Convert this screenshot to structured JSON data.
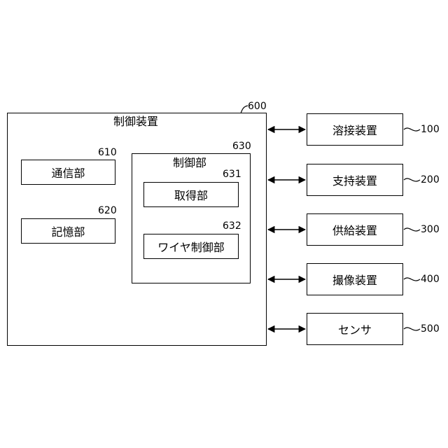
{
  "control_device": {
    "title": "制御装置",
    "ref": "600",
    "communication_unit": {
      "label": "通信部",
      "ref": "610"
    },
    "storage_unit": {
      "label": "記憶部",
      "ref": "620"
    },
    "control_unit": {
      "label": "制御部",
      "ref": "630",
      "acquisition_unit": {
        "label": "取得部",
        "ref": "631"
      },
      "wire_control_unit": {
        "label": "ワイヤ制御部",
        "ref": "632"
      }
    }
  },
  "peripherals": [
    {
      "label": "溶接装置",
      "ref": "100"
    },
    {
      "label": "支持装置",
      "ref": "200"
    },
    {
      "label": "供給装置",
      "ref": "300"
    },
    {
      "label": "撮像装置",
      "ref": "400"
    },
    {
      "label": "センサ",
      "ref": "500"
    }
  ]
}
